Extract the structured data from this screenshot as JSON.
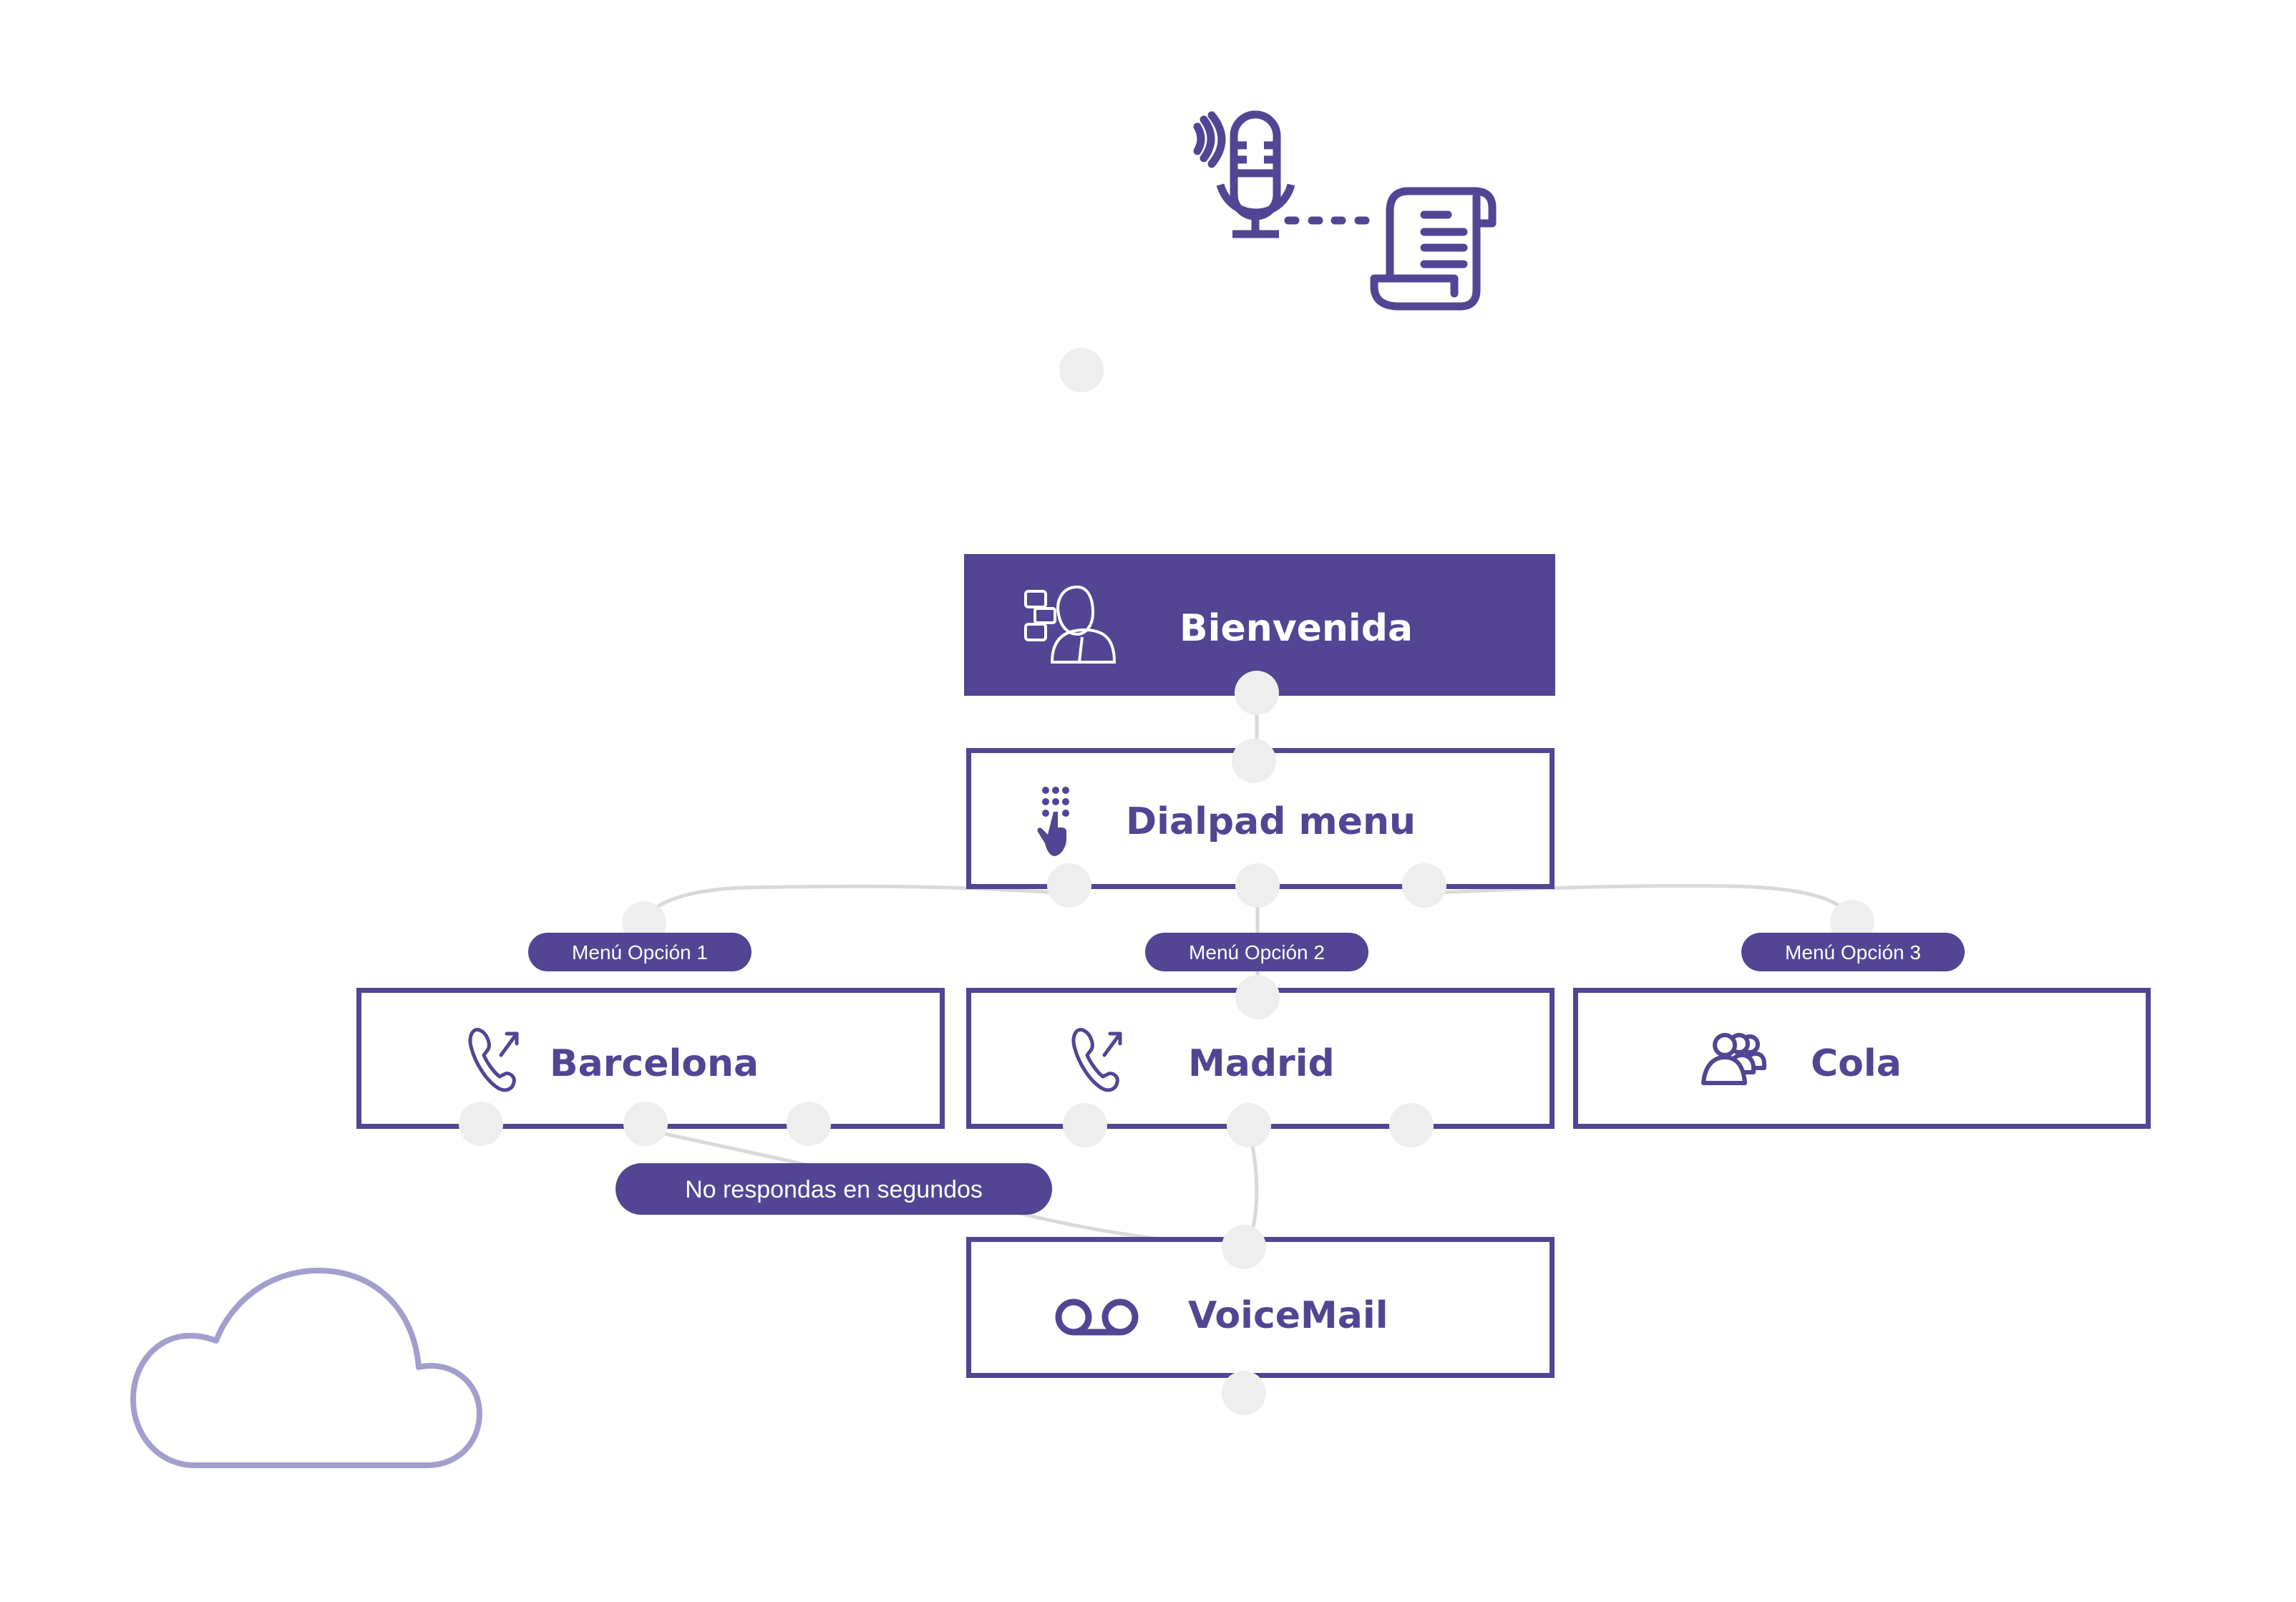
{
  "colors": {
    "primary": "#534494",
    "connector": "#d9d9d9",
    "port": "#eeeeee",
    "cloud": "#a29fcf",
    "white": "#ffffff"
  },
  "header_icons": {
    "microphone": "microphone-icon",
    "transcript": "scroll-document-icon"
  },
  "nodes": {
    "welcome": {
      "title": "Bienvenida",
      "icon": "agent-chat-icon"
    },
    "dialpad": {
      "title": "Dialpad menu",
      "icon": "dialpad-touch-icon"
    },
    "barcelona": {
      "title": "Barcelona",
      "icon": "phone-outgoing-icon"
    },
    "madrid": {
      "title": "Madrid",
      "icon": "phone-outgoing-icon"
    },
    "queue": {
      "title": "Cola",
      "icon": "group-users-icon"
    },
    "voicemail": {
      "title": "VoiceMail",
      "icon": "voicemail-icon"
    }
  },
  "edge_labels": {
    "option1": "Menú Opción 1",
    "option2": "Menú Opción 2",
    "option3": "Menú Opción 3",
    "no_answer": "No respondas en segundos"
  },
  "decor": {
    "cloud": "cloud-icon"
  }
}
